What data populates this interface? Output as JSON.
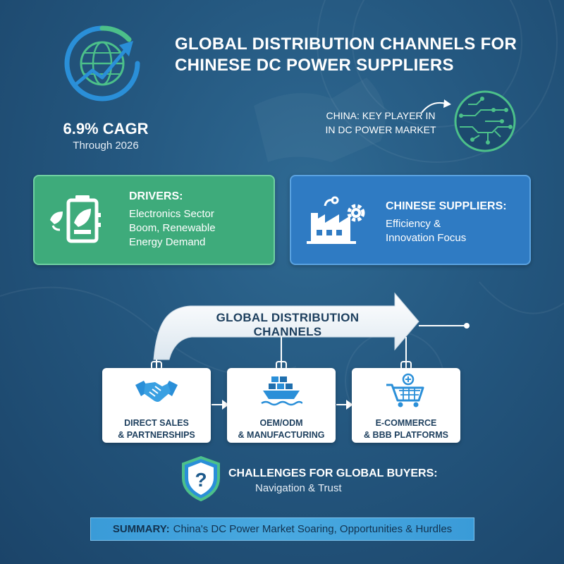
{
  "header": {
    "title_line1": "GLOBAL DISTRIBUTION CHANNELS FOR",
    "title_line2": "CHINESE DC POWER SUPPLIERS"
  },
  "stat": {
    "value": "6.9% CAGR",
    "subtext": "Through 2026"
  },
  "china": {
    "line1": "CHINA: KEY PLAYER IN",
    "line2": "IN DC POWER MARKET"
  },
  "drivers": {
    "title": "DRIVERS:",
    "line1": "Electronics Sector",
    "line2": "Boom, Renewable",
    "line3": "Energy Demand"
  },
  "suppliers": {
    "title": "CHINESE SUPPLIERS:",
    "line1": "Efficiency &",
    "line2": "Innovation Focus"
  },
  "channels": {
    "heading": "GLOBAL DISTRIBUTION CHANNELS",
    "items": [
      {
        "line1": "DIRECT SALES",
        "line2": "& PARTNERSHIPS"
      },
      {
        "line1": "OEM/ODM",
        "line2": "& MANUFACTURING"
      },
      {
        "line1": "E-COMMERCE",
        "line2": "& BBB PLATFORMS"
      }
    ]
  },
  "challenges": {
    "title": "CHALLENGES FOR GLOBAL BUYERS:",
    "subtitle": "Navigation & Trust"
  },
  "summary": {
    "label": "SUMMARY:",
    "text": "China's DC Power Market Soaring, Opportunities & Hurdles"
  },
  "colors": {
    "background": "#24577f",
    "drivers_card": "#3eab7b",
    "suppliers_card": "#2f7bc3",
    "summary_bar": "#49a9e0",
    "accent_green": "#4cc08a",
    "accent_blue": "#2a8fd8"
  },
  "icons": [
    "globe-growth-icon",
    "circuit-globe-icon",
    "battery-leaf-icon",
    "factory-gear-icon",
    "handshake-icon",
    "cargo-ship-icon",
    "shopping-cart-icon",
    "shield-question-icon"
  ]
}
